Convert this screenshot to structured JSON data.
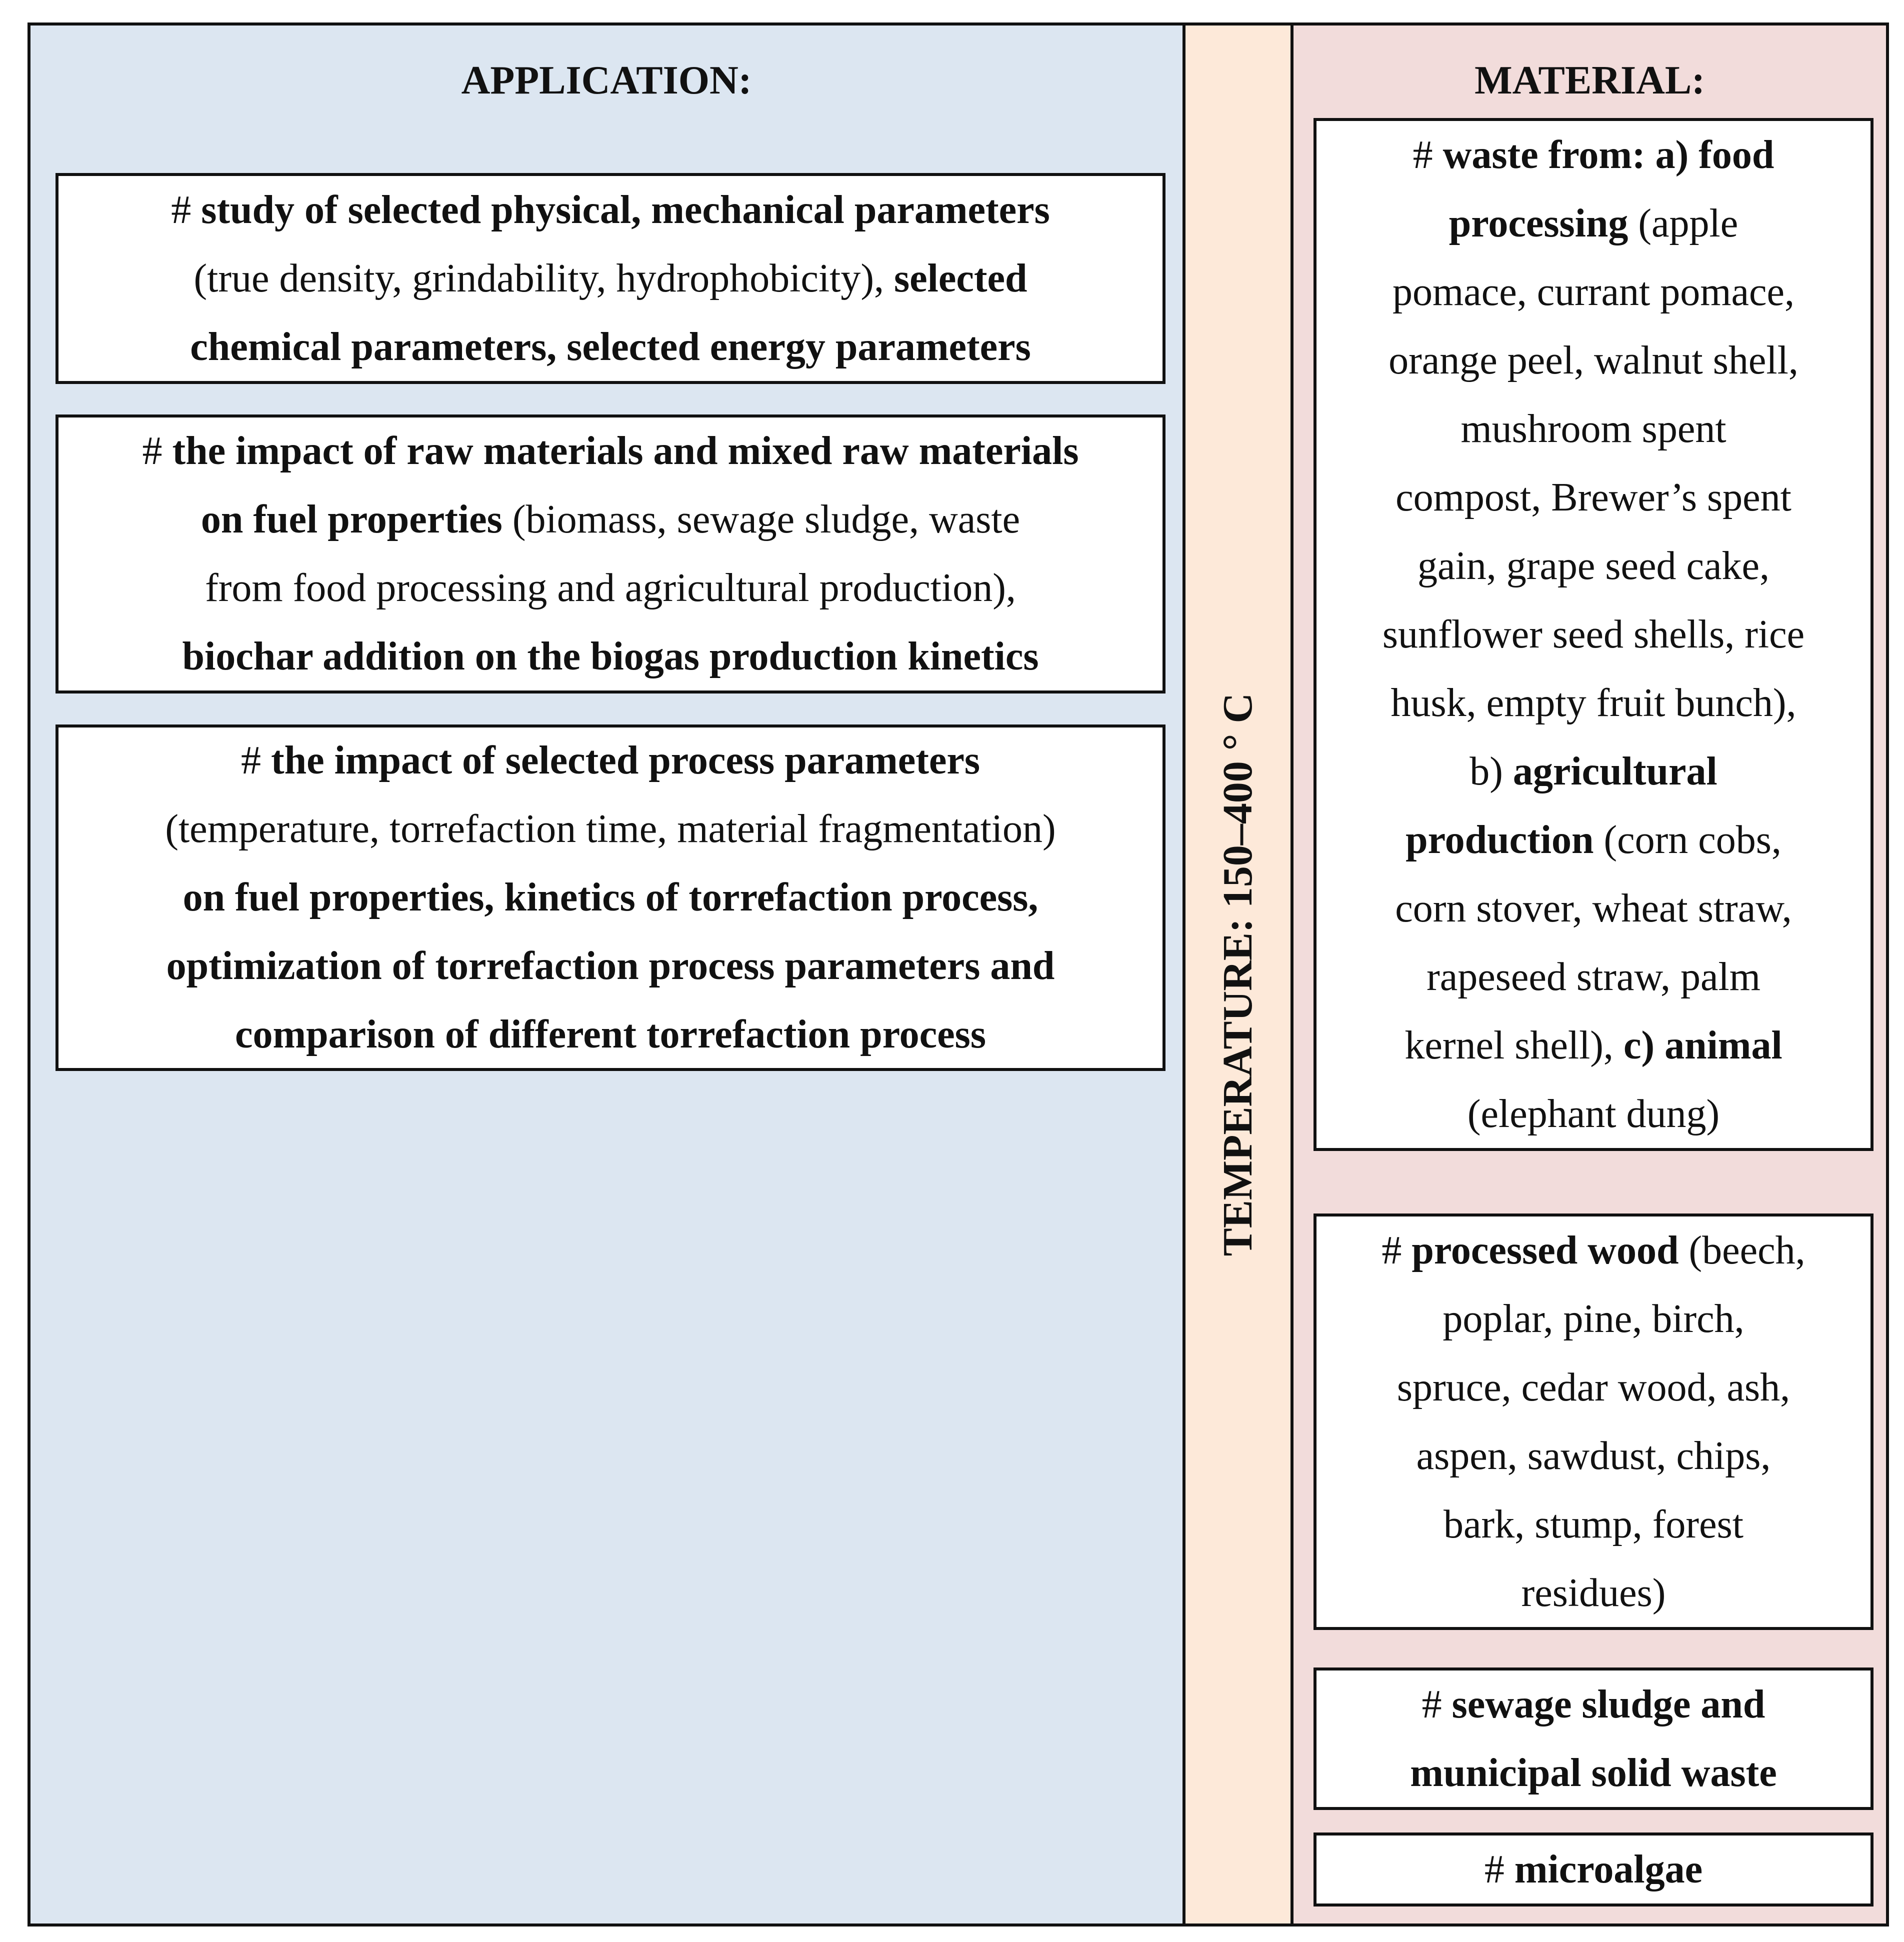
{
  "application": {
    "heading": "APPLICATION:",
    "boxes": [
      {
        "lines": [
          [
            {
              "t": "# ",
              "b": false
            },
            {
              "t": "study of selected physical, mechanical parameters",
              "b": true
            }
          ],
          [
            {
              "t": "(true density, grindability, hydrophobicity), ",
              "b": false
            },
            {
              "t": "selected",
              "b": true
            }
          ],
          [
            {
              "t": "chemical parameters, selected energy parameters",
              "b": true
            }
          ]
        ]
      },
      {
        "lines": [
          [
            {
              "t": "# ",
              "b": false
            },
            {
              "t": "the impact of raw materials and mixed raw materials",
              "b": true
            }
          ],
          [
            {
              "t": "on fuel properties",
              "b": true
            },
            {
              "t": " (biomass, sewage sludge, waste",
              "b": false
            }
          ],
          [
            {
              "t": "from food processing and agricultural production),",
              "b": false
            }
          ],
          [
            {
              "t": "biochar addition on the biogas production kinetics",
              "b": true
            }
          ]
        ]
      },
      {
        "lines": [
          [
            {
              "t": "# ",
              "b": false
            },
            {
              "t": "the impact of selected process parameters",
              "b": true
            }
          ],
          [
            {
              "t": "(temperature, torrefaction time, material fragmentation)",
              "b": false
            }
          ],
          [
            {
              "t": "on fuel properties, kinetics of torrefaction process,",
              "b": true
            }
          ],
          [
            {
              "t": "optimization of torrefaction process parameters and",
              "b": true
            }
          ],
          [
            {
              "t": "comparison of different torrefaction process",
              "b": true
            }
          ]
        ]
      }
    ]
  },
  "temperature": {
    "label": "TEMPERATURE: 150–400 ° C"
  },
  "material": {
    "heading": "MATERIAL:",
    "boxes": [
      {
        "lines": [
          [
            {
              "t": "# ",
              "b": false
            },
            {
              "t": "waste from: a) food",
              "b": true
            }
          ],
          [
            {
              "t": "processing",
              "b": true
            },
            {
              "t": " (apple",
              "b": false
            }
          ],
          [
            {
              "t": "pomace, currant pomace,",
              "b": false
            }
          ],
          [
            {
              "t": "orange peel, walnut shell,",
              "b": false
            }
          ],
          [
            {
              "t": "mushroom spent",
              "b": false
            }
          ],
          [
            {
              "t": "compost, Brewer’s spent",
              "b": false
            }
          ],
          [
            {
              "t": "gain, grape seed cake,",
              "b": false
            }
          ],
          [
            {
              "t": "sunflower seed shells, rice",
              "b": false
            }
          ],
          [
            {
              "t": "husk, empty fruit bunch),",
              "b": false
            }
          ],
          [
            {
              "t": "b) ",
              "b": false
            },
            {
              "t": "agricultural",
              "b": true
            }
          ],
          [
            {
              "t": "production",
              "b": true
            },
            {
              "t": " (corn cobs,",
              "b": false
            }
          ],
          [
            {
              "t": "corn stover, wheat straw,",
              "b": false
            }
          ],
          [
            {
              "t": "rapeseed straw, palm",
              "b": false
            }
          ],
          [
            {
              "t": "kernel shell), ",
              "b": false
            },
            {
              "t": "c) animal",
              "b": true
            }
          ],
          [
            {
              "t": "(elephant dung)",
              "b": false
            }
          ]
        ]
      },
      {
        "lines": [
          [
            {
              "t": "# ",
              "b": false
            },
            {
              "t": "processed wood",
              "b": true
            },
            {
              "t": " (beech,",
              "b": false
            }
          ],
          [
            {
              "t": "poplar, pine, birch,",
              "b": false
            }
          ],
          [
            {
              "t": "spruce, cedar wood, ash,",
              "b": false
            }
          ],
          [
            {
              "t": "aspen, sawdust, chips,",
              "b": false
            }
          ],
          [
            {
              "t": "bark, stump, forest",
              "b": false
            }
          ],
          [
            {
              "t": "residues)",
              "b": false
            }
          ]
        ]
      },
      {
        "lines": [
          [
            {
              "t": "# ",
              "b": false
            },
            {
              "t": "sewage sludge and",
              "b": true
            }
          ],
          [
            {
              "t": "municipal solid waste",
              "b": true
            }
          ]
        ]
      },
      {
        "lines": [
          [
            {
              "t": "# ",
              "b": false
            },
            {
              "t": "microalgae",
              "b": true
            }
          ]
        ]
      }
    ]
  }
}
